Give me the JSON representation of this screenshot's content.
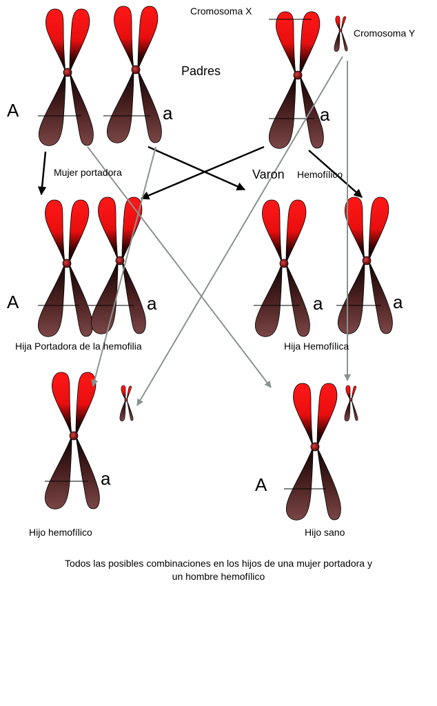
{
  "colors": {
    "arm_top": "#ff1010",
    "arm_dark": "#000000",
    "arm_bottom": "#6a3a3a",
    "centromere": "#b02020",
    "arrow_black": "#000000",
    "arrow_gray": "#8a9290"
  },
  "labels": {
    "cromosoma_x": "Cromosoma X",
    "cromosoma_y": "Cromosoma Y",
    "padres": "Padres",
    "mujer_portadora": "Mujer portadora",
    "varon": "Varon",
    "hemofilico": "Hemofílico",
    "hija_portadora": "Hija Portadora de la hemofilia",
    "hija_hemofilica": "Hija Hemofílica",
    "hijo_hemofilico": "Hijo hemofílico",
    "hijo_sano": "Hijo sano",
    "caption_line1": "Todos las posibles combinaciones en los hijos de una mujer portadora y",
    "caption_line2": "un hombre hemofílico"
  },
  "alleles": {
    "dominant": "A",
    "recessive": "a"
  }
}
